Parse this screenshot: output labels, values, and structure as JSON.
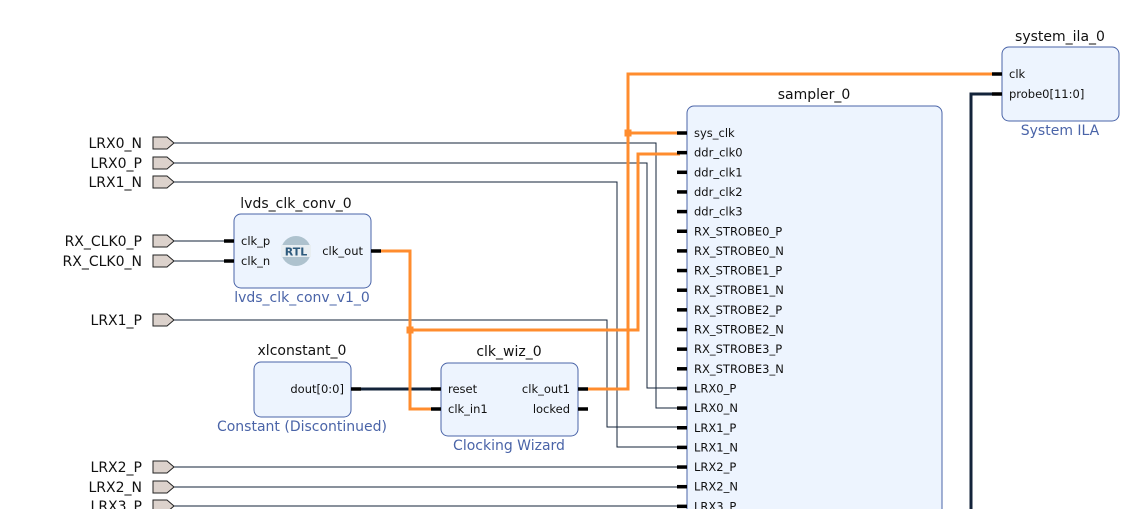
{
  "external_ports": [
    "LRX0_N",
    "LRX0_P",
    "LRX1_N",
    "RX_CLK0_P",
    "RX_CLK0_N",
    "LRX1_P",
    "LRX2_P",
    "LRX2_N",
    "LRX3_P"
  ],
  "blocks": {
    "lvds_clk_conv": {
      "name": "lvds_clk_conv_0",
      "type": "lvds_clk_conv_v1_0",
      "logo": "RTL",
      "inputs": [
        "clk_p",
        "clk_n"
      ],
      "outputs": [
        "clk_out"
      ]
    },
    "xlconstant": {
      "name": "xlconstant_0",
      "type": "Constant (Discontinued)",
      "outputs": [
        "dout[0:0]"
      ]
    },
    "clk_wiz": {
      "name": "clk_wiz_0",
      "type": "Clocking Wizard",
      "inputs": [
        "reset",
        "clk_in1"
      ],
      "outputs": [
        "clk_out1",
        "locked"
      ]
    },
    "sampler": {
      "name": "sampler_0",
      "inputs": [
        "sys_clk",
        "ddr_clk0",
        "ddr_clk1",
        "ddr_clk2",
        "ddr_clk3",
        "RX_STROBE0_P",
        "RX_STROBE0_N",
        "RX_STROBE1_P",
        "RX_STROBE1_N",
        "RX_STROBE2_P",
        "RX_STROBE2_N",
        "RX_STROBE3_P",
        "RX_STROBE3_N",
        "LRX0_P",
        "LRX0_N",
        "LRX1_P",
        "LRX1_N",
        "LRX2_P",
        "LRX2_N",
        "LRX3_P"
      ]
    },
    "ila": {
      "name": "system_ila_0",
      "type": "System ILA",
      "inputs": [
        "clk",
        "probe0[11:0]"
      ]
    }
  },
  "colors": {
    "clock_net": "#ff8c2e",
    "net": "#13233a",
    "block_fill": "#edf4fe",
    "block_border": "#4a64a8"
  }
}
